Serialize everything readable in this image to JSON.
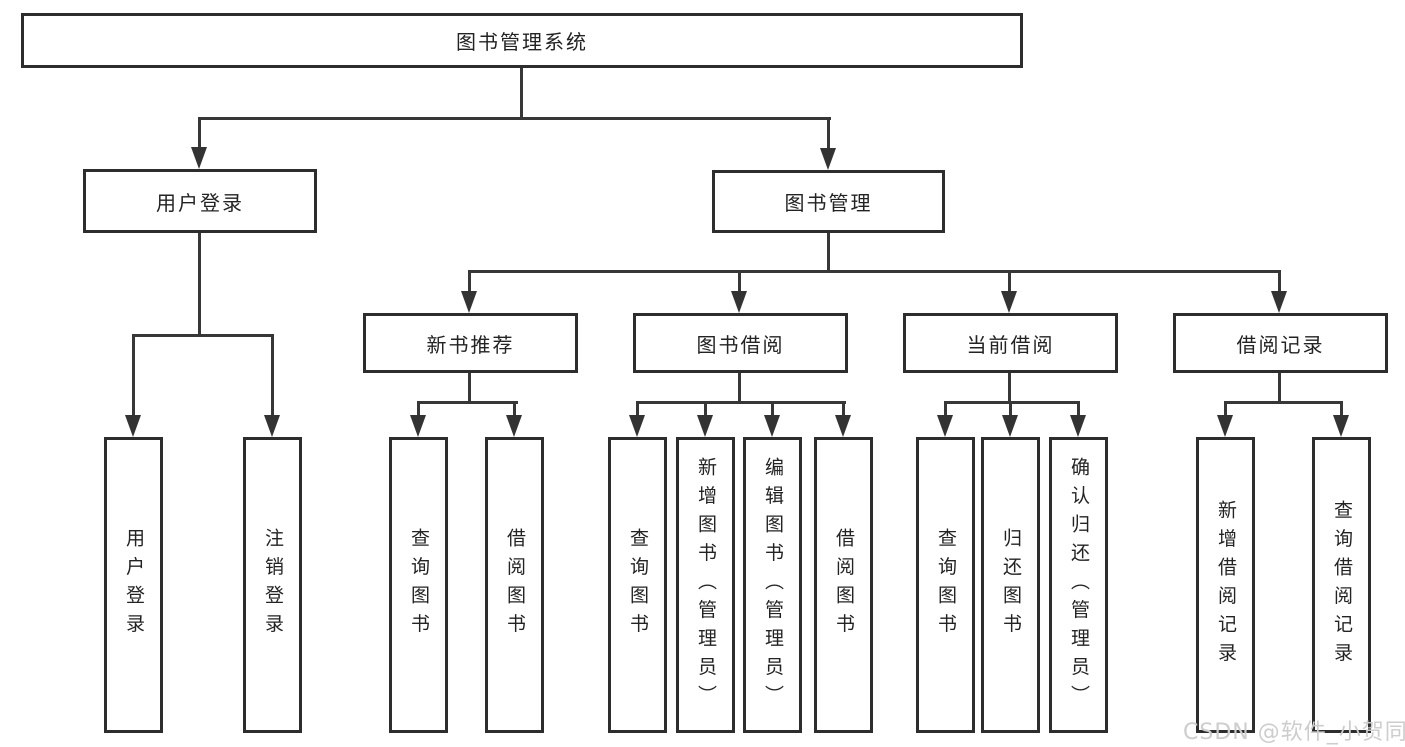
{
  "diagram": {
    "title": "图书管理系统",
    "watermark": "CSDN @软件_小贺同学",
    "colors": {
      "line": "#373737",
      "box_border": "#2d2d2d",
      "text": "#232323",
      "watermark": "#cdcdcd",
      "background": "#ffffff"
    },
    "nodes": {
      "root": {
        "label": "图书管理系统"
      },
      "user_login": {
        "label": "用户登录"
      },
      "book_mgmt": {
        "label": "图书管理"
      },
      "new_books": {
        "label": "新书推荐"
      },
      "book_borrow": {
        "label": "图书借阅"
      },
      "current_borrow": {
        "label": "当前借阅"
      },
      "borrow_records": {
        "label": "借阅记录"
      },
      "ul_user_login": {
        "label": "用户登录"
      },
      "ul_logout": {
        "label": "注销登录"
      },
      "nb_query_book": {
        "label": "查询图书"
      },
      "nb_borrow_book": {
        "label": "借阅图书"
      },
      "bb_query_book": {
        "label": "查询图书"
      },
      "bb_add_book": {
        "label": "新增图书（管理员）"
      },
      "bb_edit_book": {
        "label": "编辑图书（管理员）"
      },
      "bb_borrow_book": {
        "label": "借阅图书"
      },
      "cb_query_book": {
        "label": "查询图书"
      },
      "cb_return_book": {
        "label": "归还图书"
      },
      "cb_confirm_return": {
        "label": "确认归还（管理员）"
      },
      "br_add_record": {
        "label": "新增借阅记录"
      },
      "br_query_record": {
        "label": "查询借阅记录"
      }
    }
  }
}
